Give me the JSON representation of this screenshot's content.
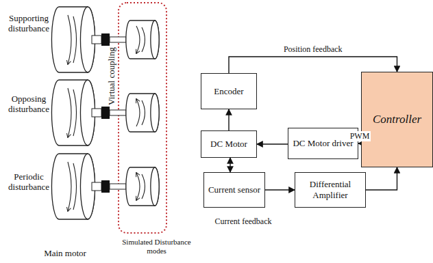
{
  "diagram": {
    "nodes": [
      {
        "text": [
          "Encoder"
        ]
      },
      {
        "text": [
          "DC Motor"
        ]
      },
      {
        "text": [
          "DC Motor driver"
        ]
      },
      {
        "text": [
          "Controller"
        ]
      },
      {
        "text": [
          "Current sensor"
        ]
      },
      {
        "text": [
          "Differential Amplifier"
        ]
      }
    ],
    "edges": [
      {
        "from": 1,
        "to": 0,
        "arrow": "to"
      },
      {
        "from": 0,
        "to": 3,
        "label": "Position feedback",
        "arrow": "to"
      },
      {
        "from": 3,
        "to": 2,
        "label": "PWM",
        "arrow": "to"
      },
      {
        "from": 2,
        "to": 1,
        "arrow": "to"
      },
      {
        "from": 1,
        "to": 4,
        "arrow": "both"
      },
      {
        "from": 4,
        "to": 5,
        "arrow": "to"
      },
      {
        "from": 5,
        "to": 3,
        "arrow": "to"
      }
    ],
    "labels": [
      "Supporting disturbance",
      "Opposing disturbance",
      "Periodic disturbance",
      "Main motor",
      "Virtual coupling",
      "Simulated Disturbance modes",
      "Current feedback"
    ]
  }
}
